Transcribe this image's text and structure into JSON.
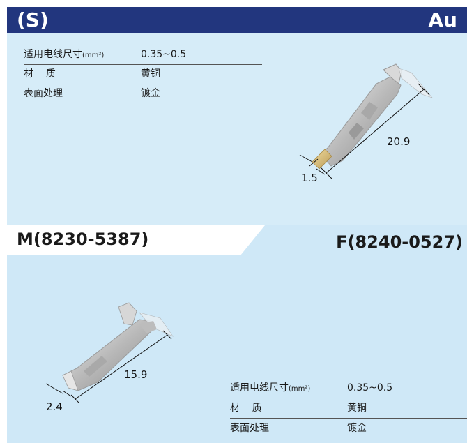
{
  "header": {
    "brand": "(S)",
    "plating": "Au"
  },
  "colors": {
    "header_bg": "#22367e",
    "panel_bg": "#d6ecf8",
    "band_bg": "#cfe8f7"
  },
  "male": {
    "title_letter": "M",
    "part_number": "(8230-5387)",
    "dim_length": "20.9",
    "dim_tip": "1.5"
  },
  "female": {
    "title_letter": "F",
    "part_number": "(8240-0527)",
    "dim_length": "15.9",
    "dim_tip": "2.4"
  },
  "spec_top": {
    "rows": [
      {
        "key": "适用电线尺寸",
        "unit": "(mm²)",
        "value": "0.35~0.5"
      },
      {
        "key": "材    质",
        "value": "黄铜"
      },
      {
        "key": "表面处理",
        "value": "镀金"
      }
    ]
  },
  "spec_bottom": {
    "rows": [
      {
        "key": "适用电线尺寸",
        "unit": "(mm²)",
        "value": "0.35~0.5"
      },
      {
        "key": "材    质",
        "value": "黄铜"
      },
      {
        "key": "表面处理",
        "value": "镀金"
      }
    ]
  }
}
